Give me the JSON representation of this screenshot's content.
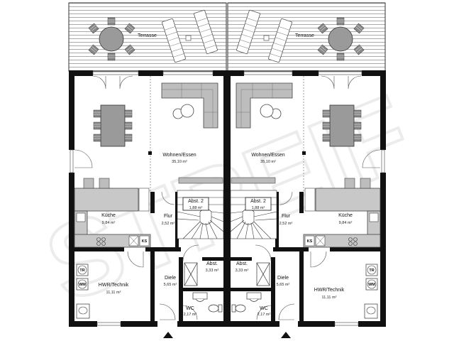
{
  "left": {
    "terrace": "Terrasse",
    "living": {
      "name": "Wohnen/Essen",
      "area": "35,10 m²"
    },
    "kitchen": {
      "name": "Küche",
      "area": "9,84 m²"
    },
    "hall_upper": {
      "name": "Flur",
      "area": "2,52 m²"
    },
    "storage2": {
      "name": "Abst. 2",
      "area": "1,88 m²"
    },
    "storage": {
      "name": "Abst.",
      "area": "3,33 m²"
    },
    "entry": {
      "name": "Diele",
      "area": "5,65 m²"
    },
    "wc": {
      "name": "WC",
      "area": "2,17 m²"
    },
    "utility": {
      "name": "HWR/Technik",
      "area": "11,11 m²"
    }
  },
  "right": {
    "terrace": "Terrasse",
    "living": {
      "name": "Wohnen/Essen",
      "area": "35,10 m²"
    },
    "kitchen": {
      "name": "Küche",
      "area": "9,84 m²"
    },
    "hall_upper": {
      "name": "Flur",
      "area": "2,52 m²"
    },
    "storage2": {
      "name": "Abst. 2",
      "area": "1,88 m²"
    },
    "storage": {
      "name": "Abst.",
      "area": "3,33 m²"
    },
    "entry": {
      "name": "Diele",
      "area": "5,65 m²"
    },
    "wc": {
      "name": "WC",
      "area": "2,17 m²"
    },
    "utility": {
      "name": "HWR/Technik",
      "area": "11,11 m²"
    }
  },
  "appliance_labels": {
    "fridge": "KS",
    "dryer": "TR",
    "washer": "WM"
  },
  "watermark": "STREIF"
}
